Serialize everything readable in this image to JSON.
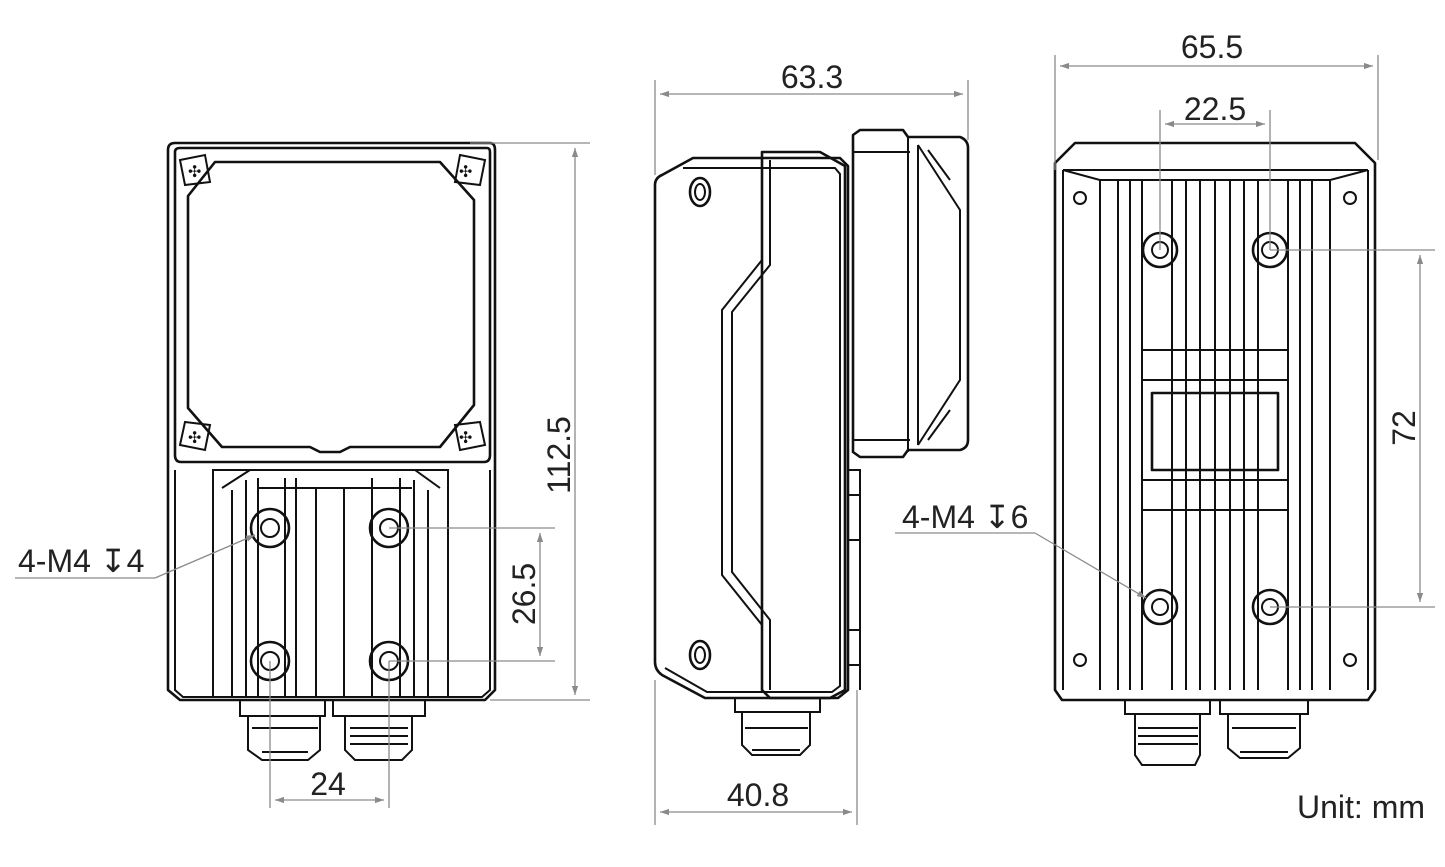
{
  "dimensions": {
    "front_height": "112.5",
    "front_hole_vertical_spacing": "26.5",
    "front_hole_horizontal_spacing": "24",
    "front_thread_note": "4-M4 ↧4",
    "side_depth": "63.3",
    "side_base_depth": "40.8",
    "back_width": "65.5",
    "back_hole_horizontal_spacing": "22.5",
    "back_hole_vertical_spacing": "72",
    "back_thread_note": "4-M4 ↧6"
  },
  "unit_label": "Unit: mm"
}
